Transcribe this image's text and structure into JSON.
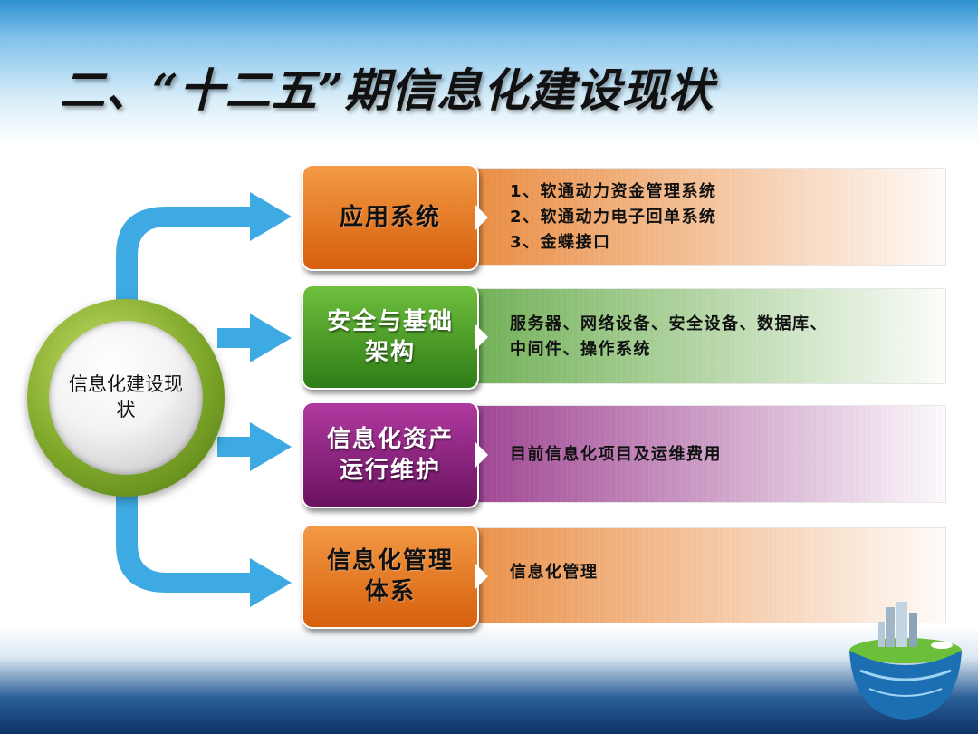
{
  "title": "二、“十二五”期信息化建设现状",
  "hub": {
    "label": "信息化建设现状"
  },
  "categories": [
    {
      "label": "应用系统",
      "color": "#e6761c",
      "items": [
        "1、软通动力资金管理系统",
        "2、软通动力电子回单系统",
        "3、金蝶接口"
      ]
    },
    {
      "label": "安全与基础架构",
      "color": "#4a9a2a",
      "items": [
        "服务器、网络设备、安全设备、数据库、",
        "中间件、操作系统"
      ]
    },
    {
      "label": "信息化资产运行维护",
      "color": "#8a1f7c",
      "items": [
        "目前信息化项目及运维费用"
      ]
    },
    {
      "label": "信息化管理体系",
      "color": "#e6761c",
      "items": [
        "信息化管理"
      ]
    }
  ],
  "colors": {
    "arrow": "#3eaae3",
    "hub_ring": "#7fa82a"
  }
}
